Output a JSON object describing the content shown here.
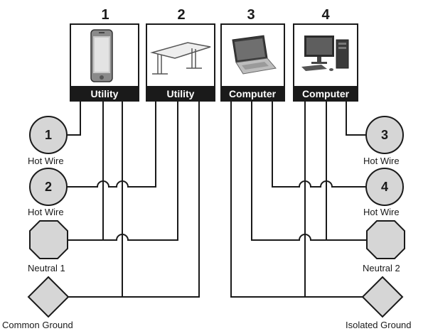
{
  "devices": [
    {
      "number": "1",
      "label": "Utility",
      "icon": "smartphone-icon"
    },
    {
      "number": "2",
      "label": "Utility",
      "icon": "standing-desk-icon"
    },
    {
      "number": "3",
      "label": "Computer",
      "icon": "laptop-icon"
    },
    {
      "number": "4",
      "label": "Computer",
      "icon": "desktop-computer-icon"
    }
  ],
  "terminals": {
    "hot1": {
      "number": "1",
      "label": "Hot Wire"
    },
    "hot2": {
      "number": "2",
      "label": "Hot Wire"
    },
    "hot3": {
      "number": "3",
      "label": "Hot Wire"
    },
    "hot4": {
      "number": "4",
      "label": "Hot Wire"
    },
    "neutral1": {
      "label": "Neutral 1"
    },
    "neutral2": {
      "label": "Neutral 2"
    },
    "common_ground": {
      "label": "Common Ground"
    },
    "isolated_ground": {
      "label": "Isolated Ground"
    }
  }
}
